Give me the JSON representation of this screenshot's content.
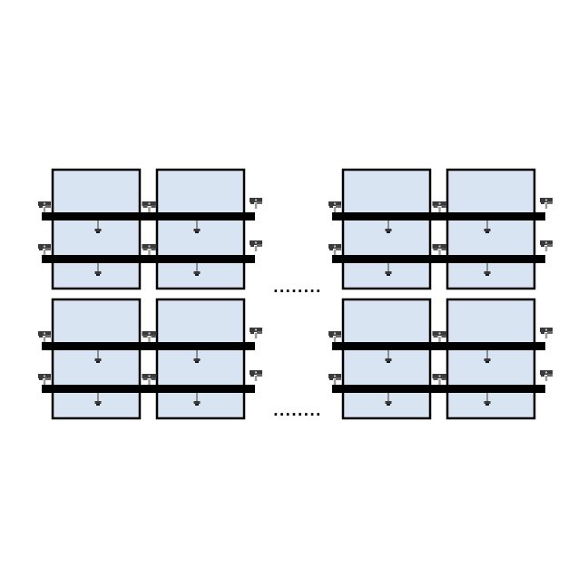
{
  "diagram": {
    "type": "solar-panel-mounting-layout",
    "colors": {
      "panel_fill": "#d9e4f3",
      "panel_stroke": "#000000",
      "rail": "#000000",
      "clamp_dark": "#3a3a3a",
      "clamp_light": "#9a9a9a",
      "background": "#ffffff"
    },
    "icons": {
      "end_clamp": "end-clamp-icon",
      "mid_clamp": "mid-clamp-icon",
      "rail_bolt": "rail-bolt-icon"
    },
    "ellipsis": [
      "........",
      "........"
    ],
    "array_blocks": 4,
    "panels_per_block": 2,
    "rails_per_block": 2
  }
}
